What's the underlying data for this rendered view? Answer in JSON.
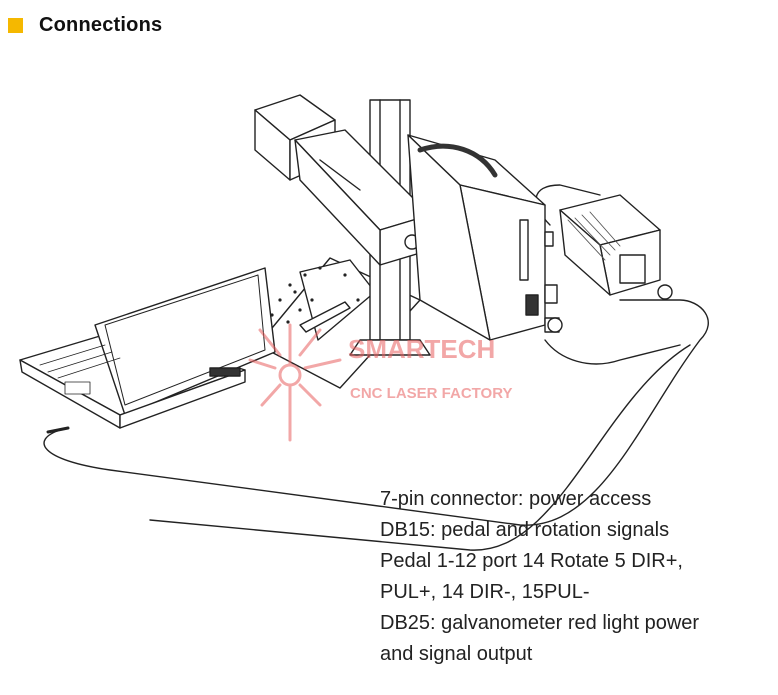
{
  "header": {
    "title": "Connections",
    "accent_color": "#f5b800"
  },
  "watermark": {
    "brand": "SMARTECH",
    "tagline": "CNC LASER FACTORY",
    "color": "#e86060"
  },
  "notes": {
    "line1": "7-pin connector: power access",
    "line2": "DB15: pedal and rotation signals",
    "line3": "Pedal 1-12 port 14 Rotate 5 DIR+,",
    "line4": "PUL+, 14 DIR-, 15PUL-",
    "line5": "DB25: galvanometer red light power",
    "line6": "and signal output"
  }
}
